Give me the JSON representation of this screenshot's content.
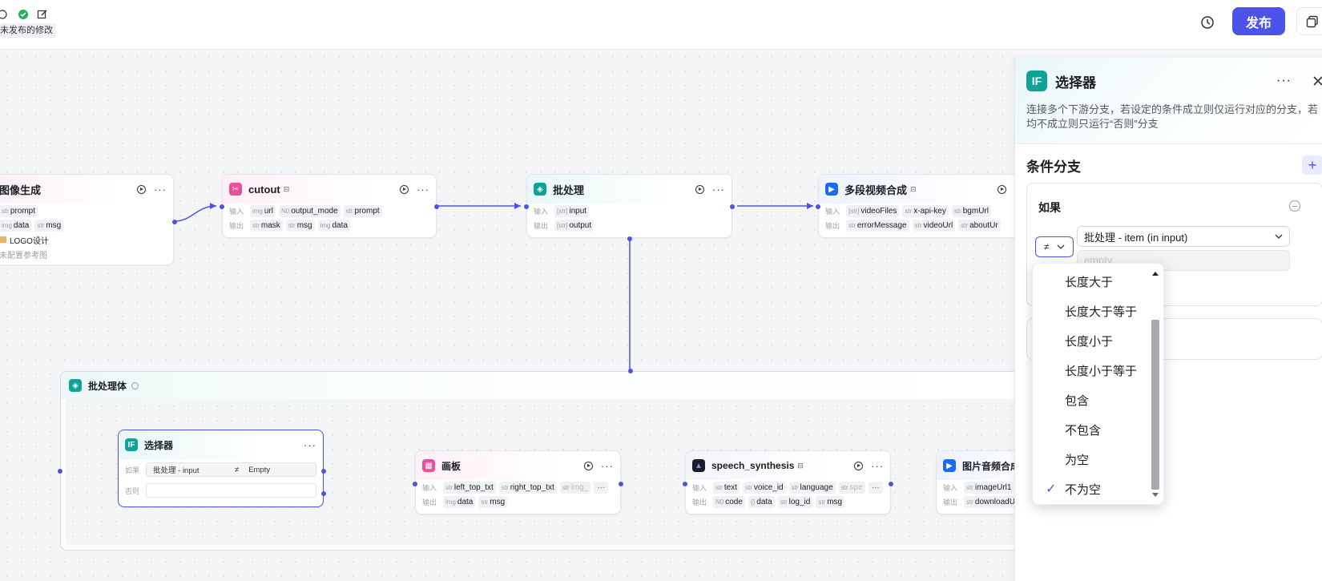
{
  "topbar": {
    "unpublished": "未发布的修改",
    "publish": "发布"
  },
  "nodes": {
    "image_gen": {
      "title": "图像生成",
      "input": [
        {
          "type": "str",
          "name": "prompt"
        }
      ],
      "output": [
        {
          "type": "img",
          "name": "data"
        },
        {
          "type": "str",
          "name": "msg"
        }
      ],
      "logo": "LOGO设计",
      "ref": "未配置参考图"
    },
    "cutout": {
      "title": "cutout",
      "in_label": "输入",
      "out_label": "输出",
      "input": [
        {
          "type": "img",
          "name": "url"
        },
        {
          "type": "N0",
          "name": "output_mode"
        },
        {
          "type": "str",
          "name": "prompt"
        }
      ],
      "output": [
        {
          "type": "str",
          "name": "mask"
        },
        {
          "type": "str",
          "name": "msg"
        },
        {
          "type": "img",
          "name": "data"
        }
      ]
    },
    "batch": {
      "title": "批处理",
      "in_label": "输入",
      "out_label": "输出",
      "input": [
        {
          "type": "[str]",
          "name": "input"
        }
      ],
      "output": [
        {
          "type": "[str]",
          "name": "output"
        }
      ]
    },
    "video": {
      "title": "多段视频合成",
      "in_label": "输入",
      "out_label": "输出",
      "input": [
        {
          "type": "[str]",
          "name": "videoFiles"
        },
        {
          "type": "str",
          "name": "x-api-key"
        },
        {
          "type": "str",
          "name": "bgmUrl"
        }
      ],
      "output": [
        {
          "type": "str",
          "name": "errorMessage"
        },
        {
          "type": "str",
          "name": "videoUrl"
        },
        {
          "type": "str",
          "name": "aboutUr"
        }
      ]
    },
    "batch_body": {
      "title": "批处理体"
    },
    "selector": {
      "title": "选择器",
      "if_label": "如果",
      "else_label": "否则",
      "field": "批处理 - input",
      "value": "Empty"
    },
    "canvas_node": {
      "title": "画板",
      "in_label": "输入",
      "out_label": "输出",
      "input": [
        {
          "type": "str",
          "name": "left_top_txt"
        },
        {
          "type": "str",
          "name": "right_top_txt"
        },
        {
          "type": "str",
          "name": "img_"
        }
      ],
      "output": [
        {
          "type": "img",
          "name": "data"
        },
        {
          "type": "str",
          "name": "msg"
        }
      ]
    },
    "speech": {
      "title": "speech_synthesis",
      "in_label": "输入",
      "out_label": "输出",
      "input": [
        {
          "type": "str",
          "name": "text"
        },
        {
          "type": "str",
          "name": "voice_id"
        },
        {
          "type": "str",
          "name": "language"
        },
        {
          "type": "str",
          "name": "spe"
        }
      ],
      "output": [
        {
          "type": "N0",
          "name": "code"
        },
        {
          "type": "{}",
          "name": "data"
        },
        {
          "type": "str",
          "name": "log_id"
        },
        {
          "type": "str",
          "name": "msg"
        }
      ]
    },
    "img_audio": {
      "title": "图片音频合成",
      "in_label": "输入",
      "out_label": "输出",
      "input": [
        {
          "type": "str",
          "name": "imageUrl1"
        }
      ],
      "output": [
        {
          "type": "str",
          "name": "downloadUr"
        }
      ]
    }
  },
  "panel": {
    "title": "选择器",
    "description": "连接多个下游分支，若设定的条件成立则仅运行对应的分支，若均不成立则只运行“否则”分支",
    "section": "条件分支",
    "if_label": "如果",
    "operand": "批处理 - item (in input)",
    "value_placeholder": "empty"
  },
  "dropdown": {
    "items": [
      "长度大于",
      "长度大于等于",
      "长度小于",
      "长度小于等于",
      "包含",
      "不包含",
      "为空",
      "不为空"
    ],
    "selected": "不为空"
  },
  "colors": {
    "accent": "#4d53e8",
    "teal": "#0fa398",
    "pink": "#e94f9b",
    "blue": "#1a6af4"
  }
}
